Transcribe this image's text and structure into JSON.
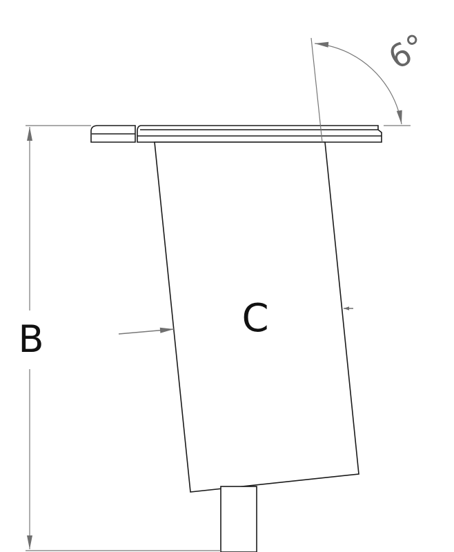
{
  "diagram": {
    "labels": {
      "height_dimension": "B",
      "body_label": "C",
      "angle": "6°"
    },
    "angle_degrees": 6,
    "colors": {
      "outline": "#1a1a1a",
      "dimension": "#777777",
      "background": "#ffffff"
    }
  }
}
